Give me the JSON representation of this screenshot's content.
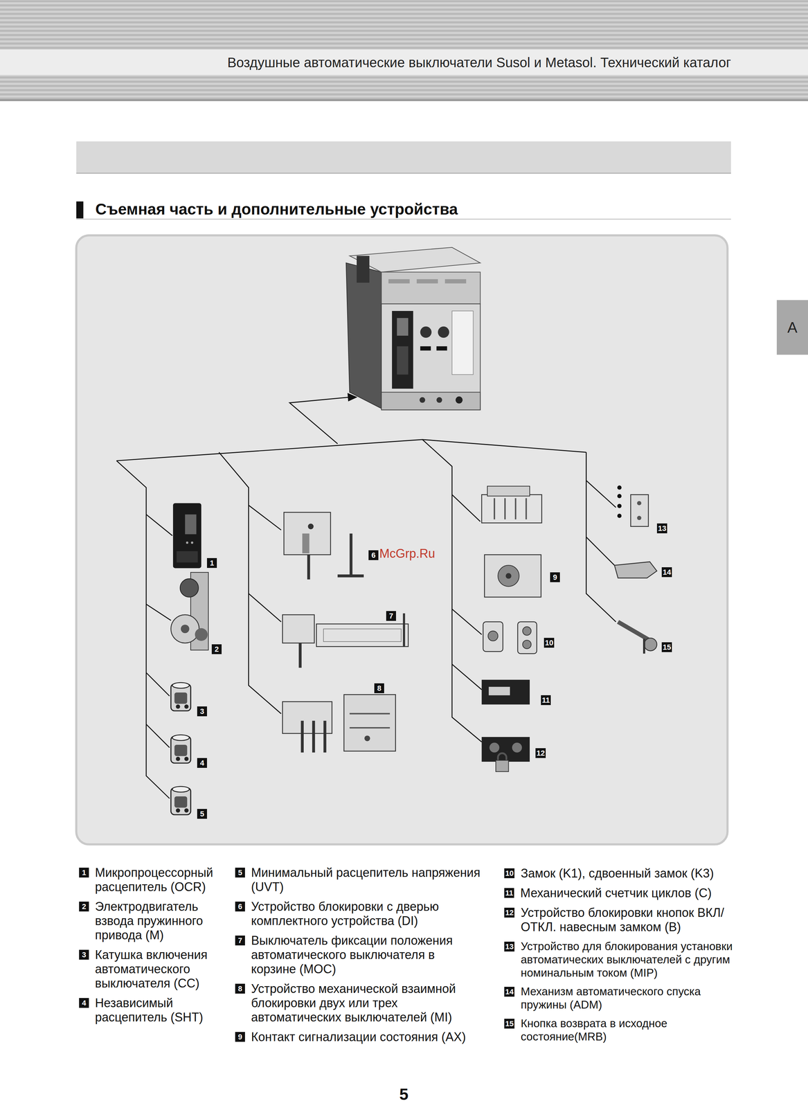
{
  "diagram": {
    "title": "Съемная часть и дополнительные устройства",
    "nodes": [
      {
        "text": [
          "A"
        ]
      }
    ],
    "labels": [
      "Воздушные автоматические выключатели Susol и Metasol. Технический каталог",
      "1",
      "2",
      "3",
      "4",
      "5",
      "6",
      "7",
      "8",
      "9",
      "10",
      "11",
      "12",
      "13",
      "14",
      "15",
      "McGrp.Ru",
      "1",
      "Микропроцессорный расцепитель (OCR)",
      "2",
      "Электродвигатель взвода пружинного привода (M)",
      "3",
      "Катушка включения автоматического выключателя (CC)",
      "4",
      "Независимый расцепитель (SHT)",
      "5",
      "Минимальный расцепитель напряжения (UVT)",
      "6",
      "Устройство блокировки с дверью комплектного устройства (DI)",
      "7",
      "Выключатель фиксации положения автоматического выключателя в корзине (MOC)",
      "8",
      "Устройство механической взаимной блокировки двух или трех автоматических выключателей (MI)",
      "9",
      "Контакт сигнализации состояния (AX)",
      "10",
      "Замок (K1), сдвоенный замок (K3)",
      "11",
      "Механический счетчик циклов (C)",
      "12",
      "Устройство блокировки кнопок ВКЛ/ОТКЛ. навесным замком (B)",
      "13",
      "Устройство для блокирования установки автоматических выключателей с другим номинальным током (MIP)",
      "14",
      "Механизм автоматического спуска пружины (ADM)",
      "15",
      "Кнопка возврата в исходное состояние(MRB)",
      "5"
    ]
  }
}
